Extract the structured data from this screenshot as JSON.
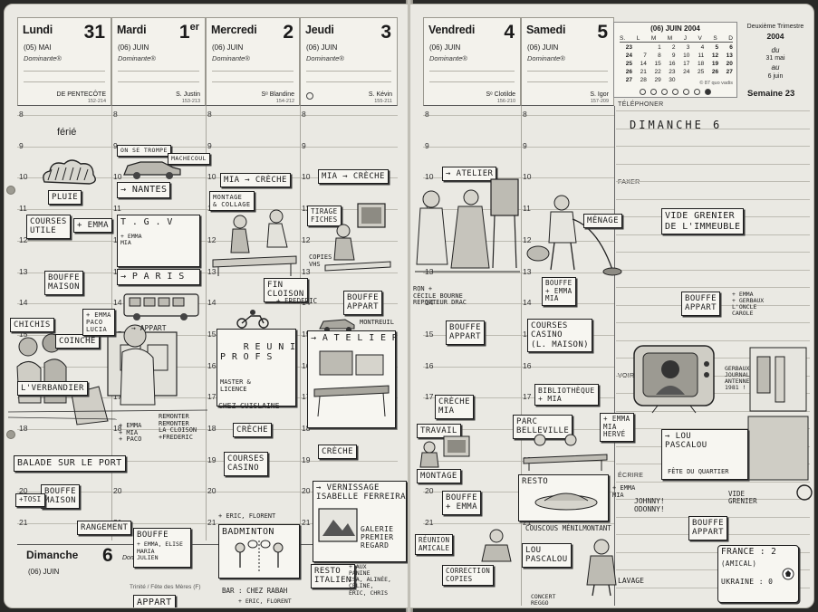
{
  "days": [
    {
      "name": "Lundi",
      "num": "31",
      "sup": "",
      "sub": "(05) MAI",
      "dominante": "Dominante",
      "saint": "DE PENTECÔTE",
      "yday": "152-214"
    },
    {
      "name": "Mardi",
      "num": "1",
      "sup": "er",
      "sub": "(06) JUIN",
      "dominante": "Dominante",
      "saint": "S. Justin",
      "yday": "153-213"
    },
    {
      "name": "Mercredi",
      "num": "2",
      "sup": "",
      "sub": "(06) JUIN",
      "dominante": "Dominante",
      "saint": "Sᵉ Blandine",
      "yday": "154-212"
    },
    {
      "name": "Jeudi",
      "num": "3",
      "sup": "",
      "sub": "(06) JUIN",
      "dominante": "Dominante",
      "saint": "S. Kévin",
      "yday": "155-211"
    },
    {
      "name": "Vendredi",
      "num": "4",
      "sup": "",
      "sub": "(06) JUIN",
      "dominante": "Dominante",
      "saint": "Sᵉ Clotilde",
      "yday": "156-210"
    },
    {
      "name": "Samedi",
      "num": "5",
      "sup": "",
      "sub": "(06) JUIN",
      "dominante": "Dominante",
      "saint": "S. Igor",
      "yday": "157-209"
    }
  ],
  "sunday": {
    "name": "Dimanche",
    "num": "6",
    "sub": "(06) JUIN",
    "dominante": "Domi",
    "feast": "Trinité / Fête des Mères (F)",
    "handwritten": "DIMANCHE 6"
  },
  "ferie": "férié",
  "hours": [
    "8",
    "9",
    "10",
    "11",
    "12",
    "13",
    "14",
    "15",
    "16",
    "17",
    "18",
    "19",
    "20",
    "21"
  ],
  "mini_calendar": {
    "title": "(06) JUIN 2004",
    "headers": [
      "S.",
      "L",
      "M",
      "M",
      "J",
      "V",
      "S",
      "D"
    ],
    "rows": [
      [
        "23",
        "",
        "1",
        "2",
        "3",
        "4",
        "5",
        "6"
      ],
      [
        "24",
        "7",
        "8",
        "9",
        "10",
        "11",
        "12",
        "13"
      ],
      [
        "25",
        "14",
        "15",
        "16",
        "17",
        "18",
        "19",
        "20"
      ],
      [
        "26",
        "21",
        "22",
        "23",
        "24",
        "25",
        "26",
        "27"
      ],
      [
        "27",
        "28",
        "29",
        "30",
        "",
        "",
        "",
        ""
      ]
    ],
    "footer": "© 87 quo vadis"
  },
  "trimestre": {
    "label": "Deuxième Trimestre",
    "year": "2004",
    "du": "du",
    "from": "31 mai",
    "au": "au",
    "to": "6 juin"
  },
  "week": "Semaine 23",
  "sections": {
    "telephone": "TÉLÉPHONER",
    "fax": "FAXER",
    "voir": "VOIR",
    "ecrire": "ÉCRIRE"
  },
  "notes": {
    "pluie": "PLUIE",
    "courses_utiles": "COURSES\nUTILE",
    "emma": "+ EMMA",
    "bouffe_maison": "BOUFFE\nMAISON",
    "chichis": "CHICHIS",
    "coinche": "COINCHE",
    "emma_pacolucia": "+ EMMA\nPACO\nLUCIA",
    "verbandier": "L'VERBANDIER",
    "balade": "BALADE SUR LE PORT",
    "bouffe_maison2": "BOUFFE\nMAISON",
    "tosi": "+TOSI",
    "rangement": "RANGEMENT",
    "nantes": "→ NANTES",
    "se_trompe": "ON SE TROMPE",
    "machecoul": "MACHECOUL",
    "tgv": "T . G . V",
    "emma_mia": "+ EMMA\nMIA",
    "paris": "→ P A R I S",
    "appart_arrow": "→ APPART",
    "remonter": "REMONTER\nREMONTER\nLA CLOISON\n+FREDERIC",
    "emma_mia_paco": "+ EMMA\n+ MIA\n+ PACO",
    "bouffe_emma": "BOUFFE",
    "bouffe_emma_sub": "+ EMMA, ELISE\nMARIA\nJULIEN",
    "appart_l": "APPART",
    "mia_creche_w": "MIA → CRÈCHE",
    "montage_collage": "MONTAGE\n& COLLAGE",
    "fin_cloison": "FIN\nCLOISON",
    "frederic": "+ FREDERIC",
    "reunion_profs": "R E U N I O N\nP R O F S",
    "master": "MASTER &\nLICENCE",
    "chez_guislaine": "CHEZ GUISLAINE",
    "creche_w": "CRÈCHE",
    "courses_casino_w": "COURSES\nCASINO",
    "eric_florent": "+ ERIC, FLORENT",
    "badminton": "BADMINTON",
    "bar_rabah": "BAR : CHEZ RABAH",
    "eric_florent2": "+ ERIC, FLORENT",
    "mia_creche_t": "MIA → CRÈCHE",
    "tirage": "TIRAGE\nFICHES",
    "copies_vhs": "COPIES\nVHS",
    "bouffe_appart_t": "BOUFFE\nAPPART",
    "montreuil": "MONTREUIL",
    "atelier_t": "→ A T E L I E R",
    "creche_t": "CRÈCHE",
    "vernissage": "→ VERNISSAGE\nISABELLE FERREIRA",
    "galerie": "GALERIE\nPREMIER\nREGARD",
    "resto_italien": "RESTO\nITALIEN",
    "aux_panine": "+ AUX\nPANINE\nISA, ALINÉE,\nCÉLINE,\nÉRIC, CHRIS",
    "atelier_f": "→ ATELIER",
    "ron_cecile": "RON +\nCÉCILE BOURNE\nREPORTEUR DRAC",
    "bouffe_appart_f": "BOUFFE\nAPPART",
    "creche_mia_f": "CRÈCHE\nMIA",
    "travail": "TRAVAIL",
    "montage": "MONTAGE",
    "bouffe_emma_f": "BOUFFE\n+ EMMA",
    "reunion_amicale": "RÉUNION\nAMICALE",
    "correction": "CORRECTION\nCOPIES",
    "menage": "MÉNAGE",
    "bouffe_emma_mia_s": "BOUFFE\n+ EMMA\nMIA",
    "courses_casino_s": "COURSES\nCASINO\n(L. MAISON)",
    "biblio": "BIBLIOTHÈQUE\n+ MIA",
    "parc": "PARC\nBELLEVILLE",
    "emma_mia_herve": "+ EMMA\nMIA\nHERVÉ",
    "resto_s": "RESTO",
    "couscous": "COUSCOUS MÉNILMONTANT",
    "lou_pascalou_s": "LOU\nPASCALOU",
    "johnny": "JOHNNY!\nODONNY!",
    "lavage": "LAVAGE",
    "concert": "CONCERT\nREGGO",
    "vide_grenier": "VIDE GRENIER\nDE L'IMMEUBLE",
    "bouffe_appart_d": "BOUFFE\nAPPART",
    "emma_gerbaux": "+ EMMA\n+ GERBAUX\nL'ONCLE\nCAROLE",
    "gerbaux_journal": "GERBAUX\nJOURNAL\nANTENNE\n1981 !",
    "lou_pascalou_d": "→ LOU\nPASCALOU",
    "fete_quartier": "FÊTE DU QUARTIER",
    "vide_grenier2": "VIDE\nGRENIER",
    "bouffe_appart_d2": "BOUFFE\nAPPART",
    "france": "FRANCE : 2",
    "amical": "(AMICAL)",
    "ukraine": "UKRAINE : 0"
  }
}
